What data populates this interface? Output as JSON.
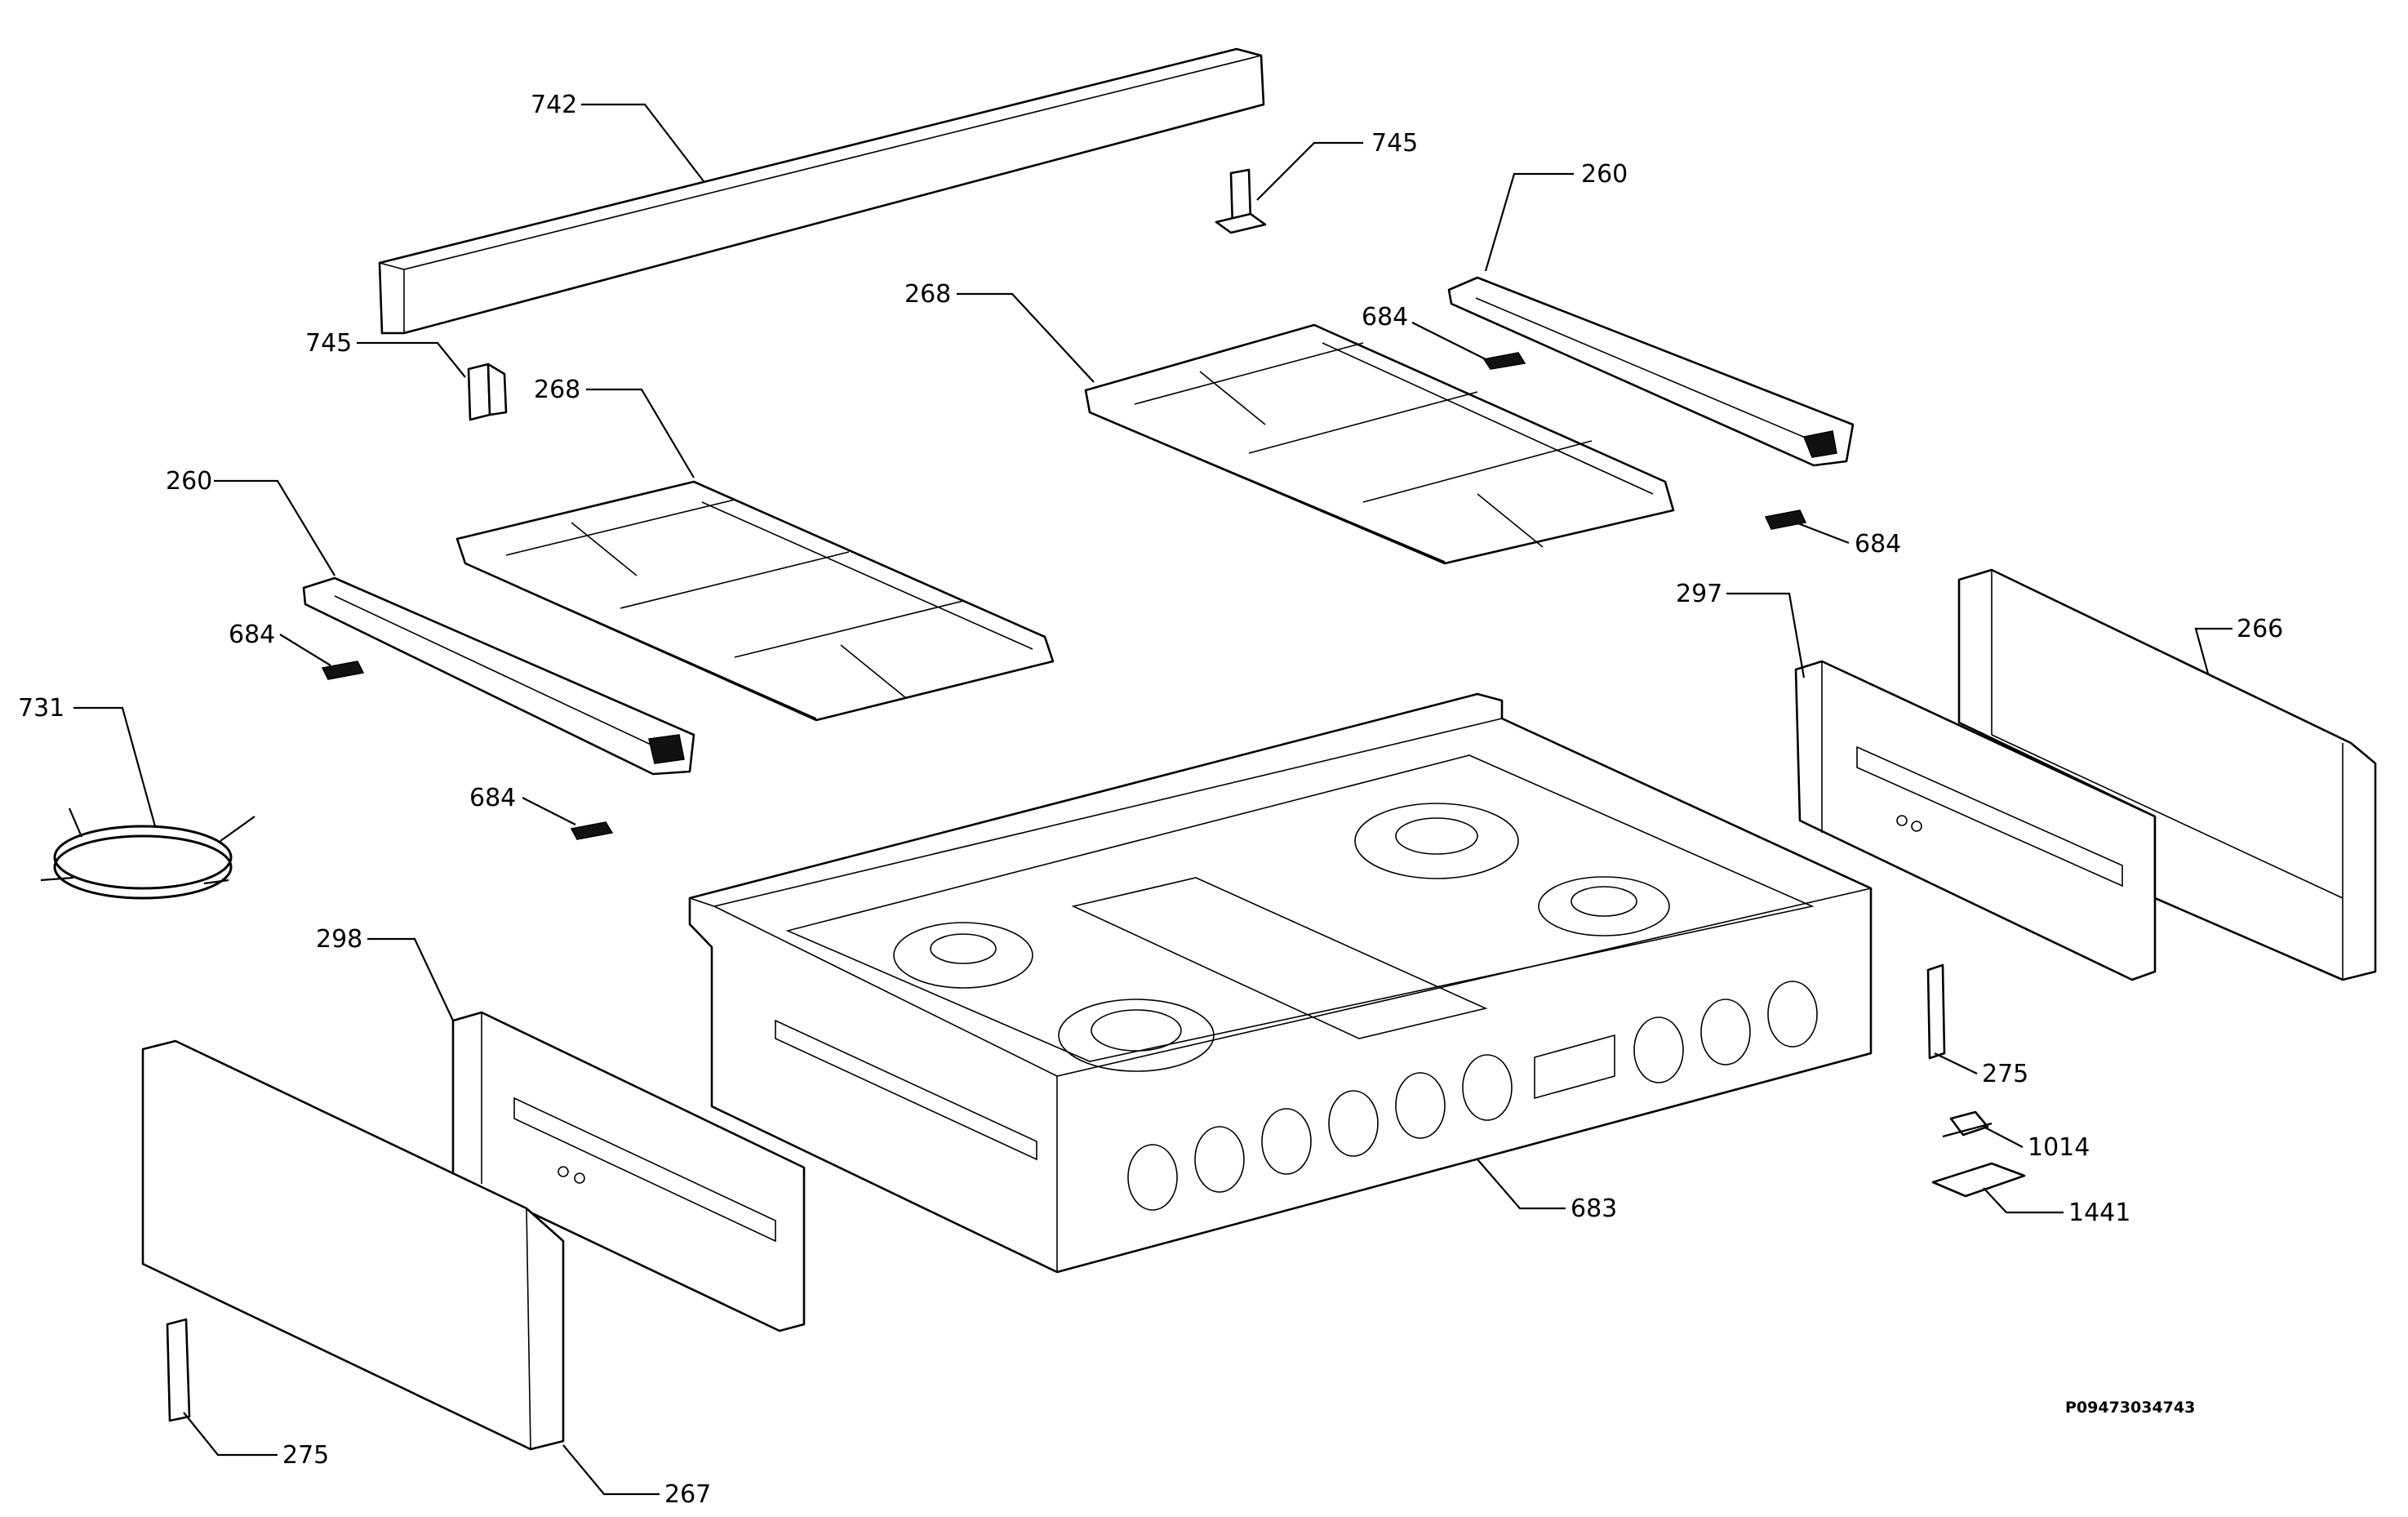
{
  "diagram": {
    "drawing_code": "P09473034743",
    "labels": {
      "p742": "742",
      "p745a": "745",
      "p745b": "745",
      "p260a": "260",
      "p260b": "260",
      "p268a": "268",
      "p268b": "268",
      "p684a": "684",
      "p684b": "684",
      "p684c": "684",
      "p684d": "684",
      "p731": "731",
      "p297": "297",
      "p266": "266",
      "p298": "298",
      "p275a": "275",
      "p275b": "275",
      "p1014": "1014",
      "p1441": "1441",
      "p683": "683",
      "p267": "267"
    }
  }
}
